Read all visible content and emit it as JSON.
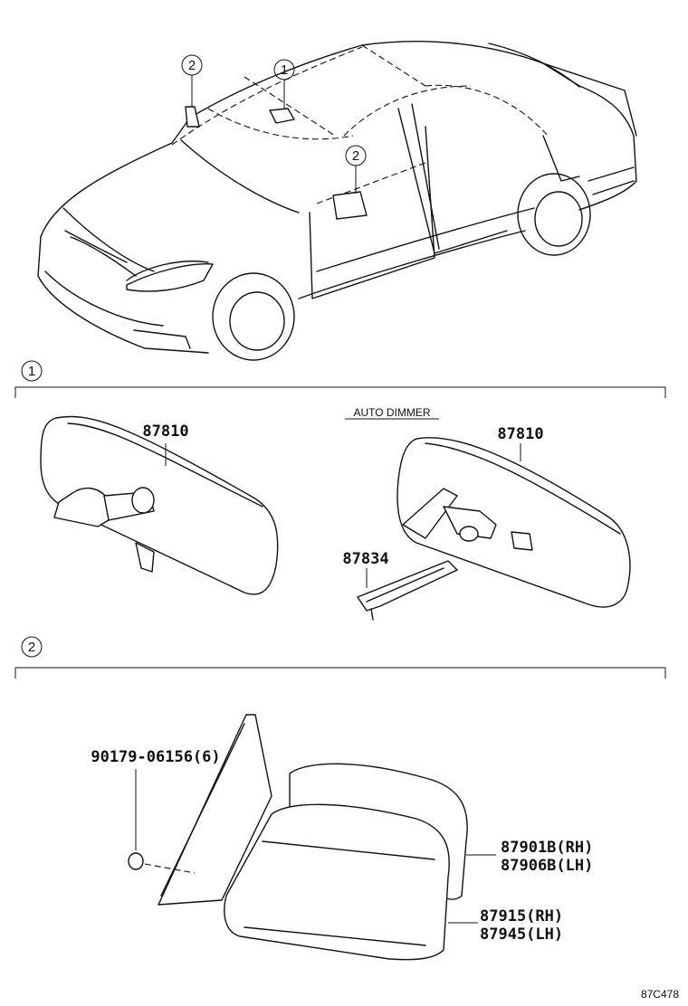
{
  "callouts": {
    "inside_mirror": "1",
    "outside_mirror": "2"
  },
  "section1": {
    "marker": "1",
    "left_part": "87810",
    "auto_dimmer_label": "AUTO DIMMER",
    "right_part": "87810",
    "cover_part": "87834"
  },
  "section2": {
    "marker": "2",
    "screw": "90179-06156(6)",
    "mirror_rh": "87901B(RH)",
    "mirror_lh": "87906B(LH)",
    "cover_rh": "87915(RH)",
    "cover_lh": "87945(LH)"
  },
  "diagram_code": "87C478"
}
